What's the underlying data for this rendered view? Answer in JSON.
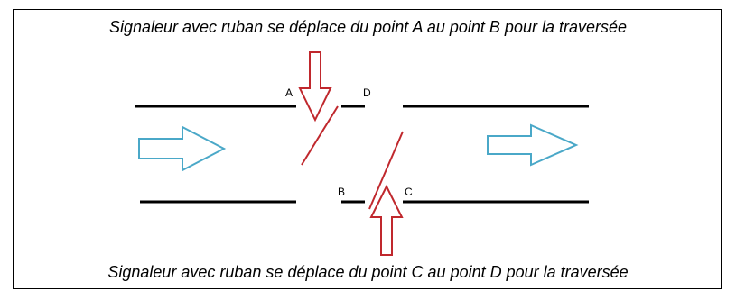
{
  "captions": {
    "top": "Signaleur avec ruban se déplace du point A au point B pour la traversée",
    "bottom": "Signaleur avec ruban se déplace du point C au point D pour la traversée"
  },
  "points": {
    "a": "A",
    "b": "B",
    "c": "C",
    "d": "D"
  },
  "colors": {
    "road_line": "#000000",
    "tape": "#c0282d",
    "signaler_arrow": "#c0282d",
    "traffic_arrow": "#4aa8c8"
  },
  "icons": {
    "traffic_arrows": "arrow-right-icon",
    "signaler_arrows": [
      "arrow-down-icon",
      "arrow-up-icon"
    ]
  }
}
